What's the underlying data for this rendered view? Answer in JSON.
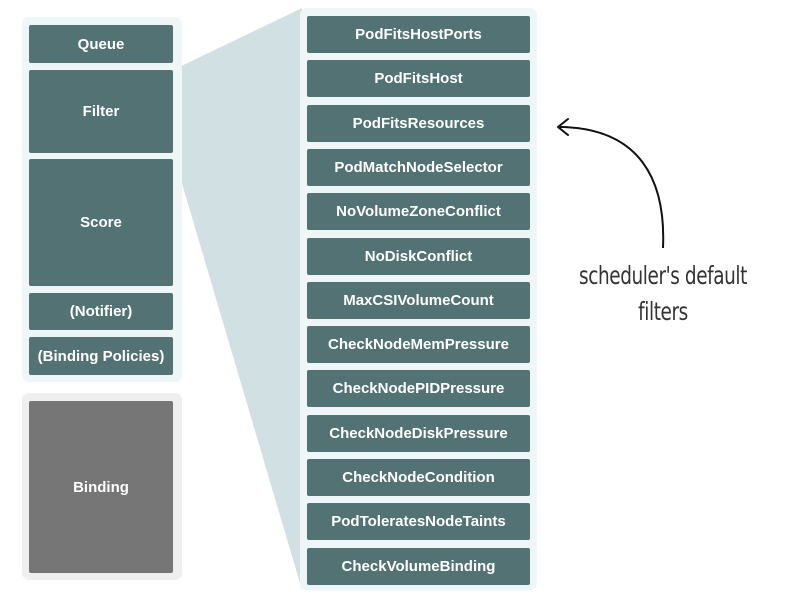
{
  "diagram": {
    "scheduler_stages": [
      {
        "label": "Queue"
      },
      {
        "label": "Filter"
      },
      {
        "label": "Score"
      },
      {
        "label": "(Notifier)"
      },
      {
        "label": "(Binding Policies)"
      }
    ],
    "binding_stage": {
      "label": "Binding"
    },
    "default_filters": [
      {
        "label": "PodFitsHostPorts"
      },
      {
        "label": "PodFitsHost"
      },
      {
        "label": "PodFitsResources"
      },
      {
        "label": "PodMatchNodeSelector"
      },
      {
        "label": "NoVolumeZoneConflict"
      },
      {
        "label": "NoDiskConflict"
      },
      {
        "label": "MaxCSIVolumeCount"
      },
      {
        "label": "CheckNodeMemPressure"
      },
      {
        "label": "CheckNodePIDPressure"
      },
      {
        "label": "CheckNodeDiskPressure"
      },
      {
        "label": "CheckNodeCondition"
      },
      {
        "label": "PodToleratesNodeTaints"
      },
      {
        "label": "CheckVolumeBinding"
      }
    ],
    "annotation": {
      "line1": "scheduler's default",
      "line2": "filters",
      "arrow_icon": "curved-arrow-left-icon"
    },
    "colors": {
      "stage_box": "#527274",
      "binding_box": "#767676",
      "panel_light": "#eef6f8",
      "panel_grey": "#efefef",
      "zoom_wedge": "#d0e0e3"
    }
  }
}
